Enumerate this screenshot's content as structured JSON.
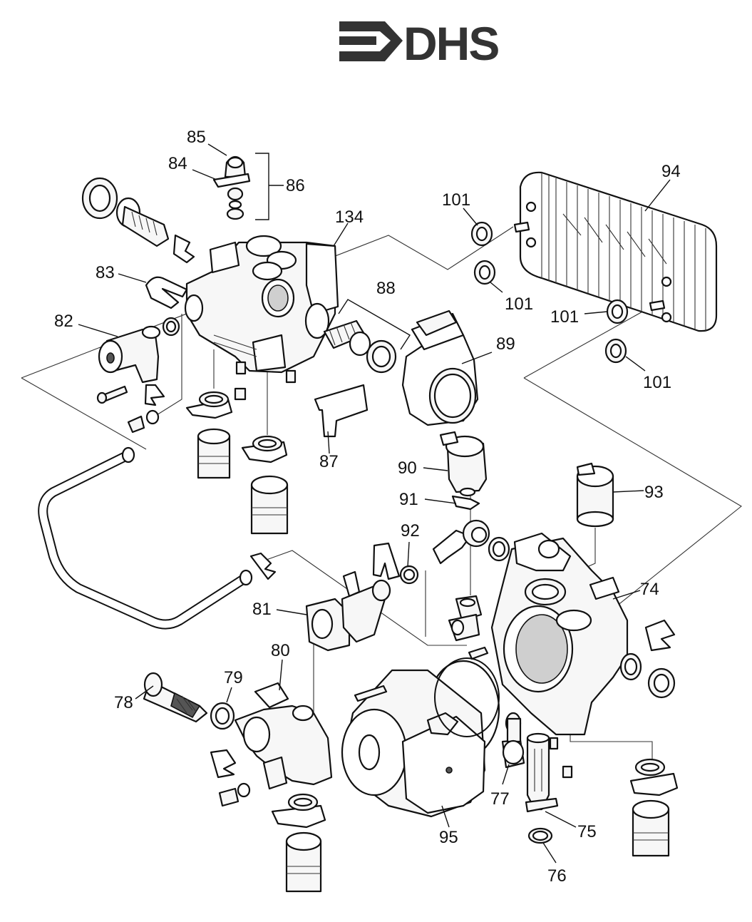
{
  "logo": {
    "text": "DHS",
    "color": "#333333"
  },
  "labels": [
    {
      "id": "85",
      "text": "85"
    },
    {
      "id": "84",
      "text": "84"
    },
    {
      "id": "86",
      "text": "86"
    },
    {
      "id": "134",
      "text": "134"
    },
    {
      "id": "83",
      "text": "83"
    },
    {
      "id": "82",
      "text": "82"
    },
    {
      "id": "88",
      "text": "88"
    },
    {
      "id": "89",
      "text": "89"
    },
    {
      "id": "87",
      "text": "87"
    },
    {
      "id": "101a",
      "text": "101"
    },
    {
      "id": "101b",
      "text": "101"
    },
    {
      "id": "101c",
      "text": "101"
    },
    {
      "id": "101d",
      "text": "101"
    },
    {
      "id": "94",
      "text": "94"
    },
    {
      "id": "90",
      "text": "90"
    },
    {
      "id": "91",
      "text": "91"
    },
    {
      "id": "92",
      "text": "92"
    },
    {
      "id": "93",
      "text": "93"
    },
    {
      "id": "74",
      "text": "74"
    },
    {
      "id": "81",
      "text": "81"
    },
    {
      "id": "80",
      "text": "80"
    },
    {
      "id": "79",
      "text": "79"
    },
    {
      "id": "78",
      "text": "78"
    },
    {
      "id": "77",
      "text": "77"
    },
    {
      "id": "75",
      "text": "75"
    },
    {
      "id": "76",
      "text": "76"
    },
    {
      "id": "95",
      "text": "95"
    }
  ]
}
